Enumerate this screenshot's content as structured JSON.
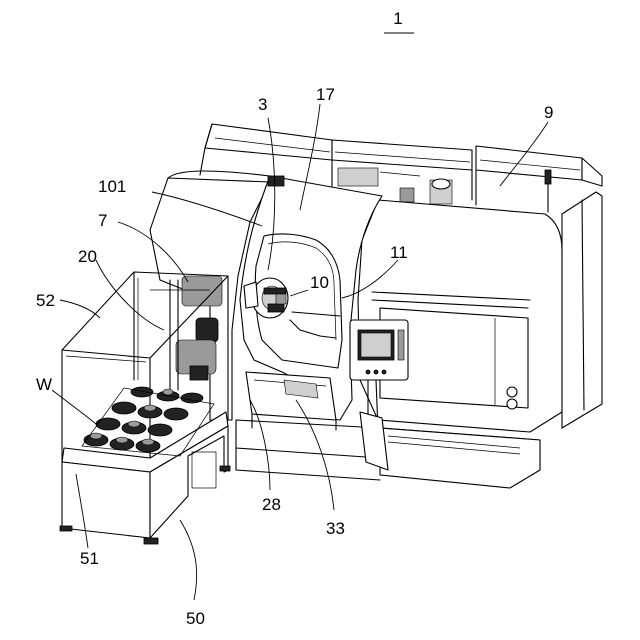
{
  "figure_number": "1",
  "reference_labels": [
    {
      "id": "ref-3",
      "text": "3"
    },
    {
      "id": "ref-17",
      "text": "17"
    },
    {
      "id": "ref-9",
      "text": "9"
    },
    {
      "id": "ref-101",
      "text": "101"
    },
    {
      "id": "ref-7",
      "text": "7"
    },
    {
      "id": "ref-20",
      "text": "20"
    },
    {
      "id": "ref-11",
      "text": "11"
    },
    {
      "id": "ref-10",
      "text": "10"
    },
    {
      "id": "ref-52",
      "text": "52"
    },
    {
      "id": "ref-W",
      "text": "W"
    },
    {
      "id": "ref-28",
      "text": "28"
    },
    {
      "id": "ref-33",
      "text": "33"
    },
    {
      "id": "ref-51",
      "text": "51"
    },
    {
      "id": "ref-50",
      "text": "50"
    }
  ]
}
